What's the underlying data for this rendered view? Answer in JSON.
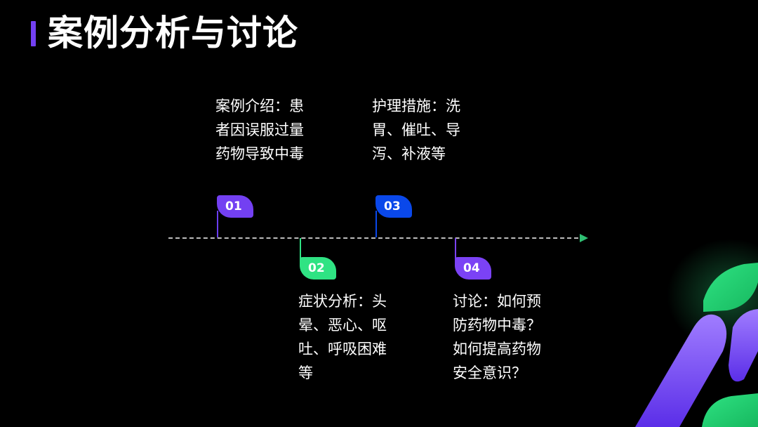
{
  "header": {
    "title": "案例分析与讨论"
  },
  "colors": {
    "accent": "#7340f2",
    "green": "#2fe383",
    "blue": "#0a48ea",
    "purple": "#7b42f5"
  },
  "timeline": {
    "steps": [
      {
        "number": "01",
        "text": "案例介绍：患者因误服过量药物导致中毒"
      },
      {
        "number": "02",
        "text": "症状分析：头晕、恶心、呕吐、呼吸困难等"
      },
      {
        "number": "03",
        "text": "护理措施：洗胃、催吐、导泻、补液等"
      },
      {
        "number": "04",
        "text": "讨论：如何预防药物中毒？如何提高药物安全意识？"
      }
    ]
  }
}
